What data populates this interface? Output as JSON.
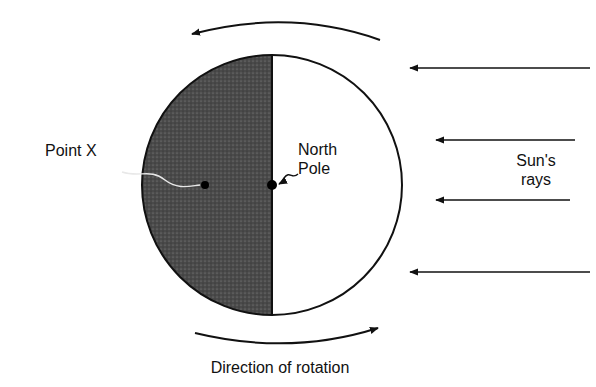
{
  "diagram": {
    "labels": [
      "Point X",
      "North Pole",
      "Sun's rays",
      "Direction of rotation"
    ]
  }
}
